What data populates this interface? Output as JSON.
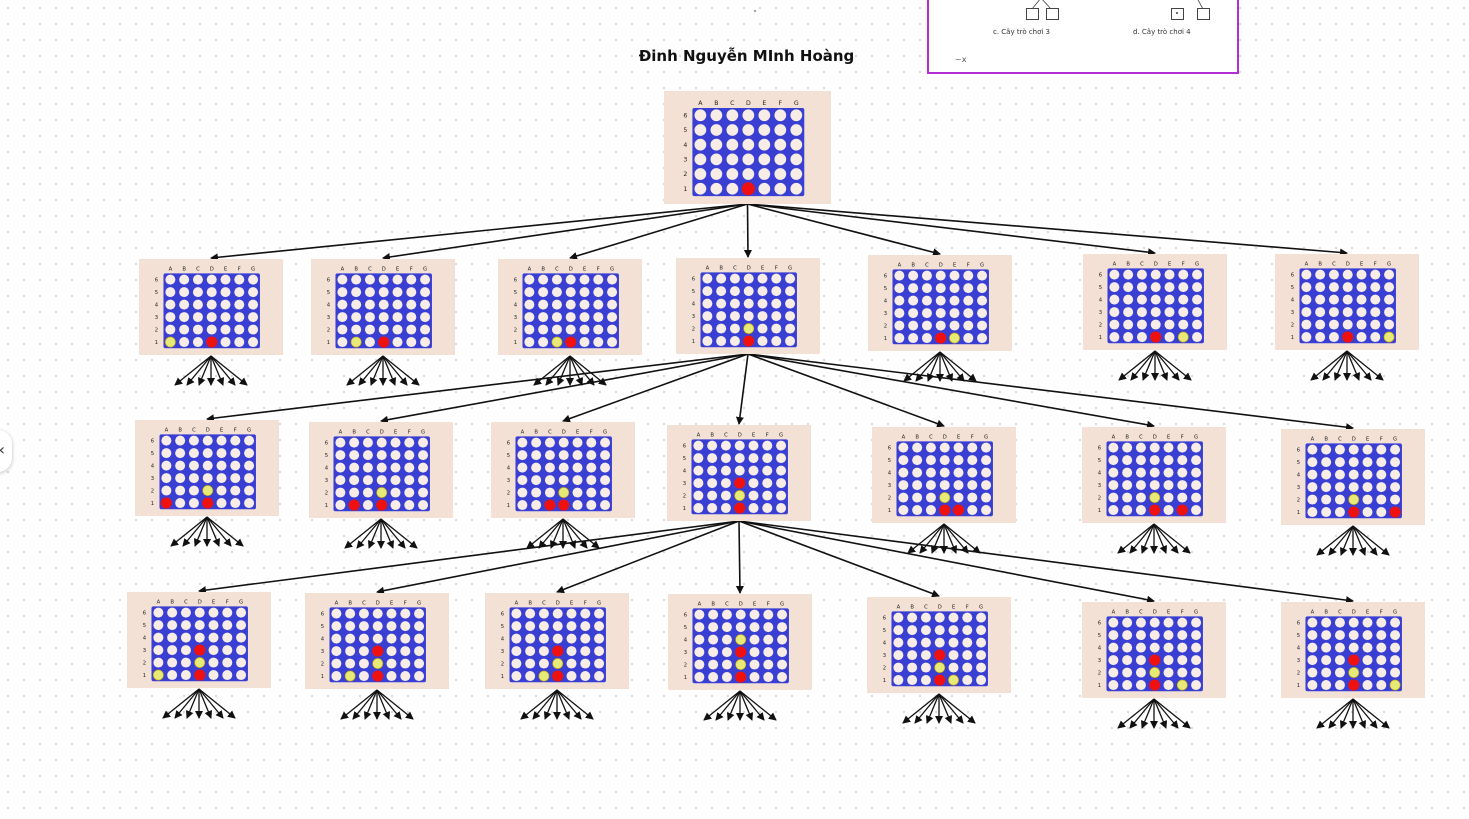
{
  "title": "Đinh Nguyễn MInh Hoàng",
  "reference_panel": {
    "captions": [
      "c. Cây trò chơi 3",
      "d. Cây trò chơi 4"
    ]
  },
  "side_handle_icon": "chevron-left-icon",
  "board_spec": {
    "columns": [
      "A",
      "B",
      "C",
      "D",
      "E",
      "F",
      "G"
    ],
    "rows": [
      "6",
      "5",
      "4",
      "3",
      "2",
      "1"
    ]
  },
  "colors": {
    "board_blue": "#3a3fd3",
    "panel_beige": "#f3e1d6",
    "empty_hole": "#f7ece6",
    "red_piece": "#ef1010",
    "yellow_piece": "#e8ea78",
    "arrow": "#111111"
  },
  "tree": {
    "root": {
      "pieces": [
        [
          "D",
          1,
          "red"
        ]
      ]
    },
    "level1": [
      {
        "pieces": [
          [
            "A",
            1,
            "yellow"
          ],
          [
            "D",
            1,
            "red"
          ]
        ]
      },
      {
        "pieces": [
          [
            "B",
            1,
            "yellow"
          ],
          [
            "D",
            1,
            "red"
          ]
        ]
      },
      {
        "pieces": [
          [
            "C",
            1,
            "yellow"
          ],
          [
            "D",
            1,
            "red"
          ]
        ]
      },
      {
        "pieces": [
          [
            "D",
            1,
            "red"
          ],
          [
            "D",
            2,
            "yellow"
          ]
        ]
      },
      {
        "pieces": [
          [
            "D",
            1,
            "red"
          ],
          [
            "E",
            1,
            "yellow"
          ]
        ]
      },
      {
        "pieces": [
          [
            "D",
            1,
            "red"
          ],
          [
            "F",
            1,
            "yellow"
          ]
        ]
      },
      {
        "pieces": [
          [
            "D",
            1,
            "red"
          ],
          [
            "G",
            1,
            "yellow"
          ]
        ]
      }
    ],
    "level2": [
      {
        "pieces": [
          [
            "A",
            1,
            "red"
          ],
          [
            "D",
            1,
            "red"
          ],
          [
            "D",
            2,
            "yellow"
          ]
        ]
      },
      {
        "pieces": [
          [
            "B",
            1,
            "red"
          ],
          [
            "D",
            1,
            "red"
          ],
          [
            "D",
            2,
            "yellow"
          ]
        ]
      },
      {
        "pieces": [
          [
            "C",
            1,
            "red"
          ],
          [
            "D",
            1,
            "red"
          ],
          [
            "D",
            2,
            "yellow"
          ]
        ]
      },
      {
        "pieces": [
          [
            "D",
            1,
            "red"
          ],
          [
            "D",
            2,
            "yellow"
          ],
          [
            "D",
            3,
            "red"
          ]
        ]
      },
      {
        "pieces": [
          [
            "D",
            1,
            "red"
          ],
          [
            "D",
            2,
            "yellow"
          ],
          [
            "E",
            1,
            "red"
          ]
        ]
      },
      {
        "pieces": [
          [
            "D",
            1,
            "red"
          ],
          [
            "D",
            2,
            "yellow"
          ],
          [
            "F",
            1,
            "red"
          ]
        ]
      },
      {
        "pieces": [
          [
            "D",
            1,
            "red"
          ],
          [
            "D",
            2,
            "yellow"
          ],
          [
            "G",
            1,
            "red"
          ]
        ]
      }
    ],
    "level3": [
      {
        "pieces": [
          [
            "A",
            1,
            "yellow"
          ],
          [
            "D",
            1,
            "red"
          ],
          [
            "D",
            2,
            "yellow"
          ],
          [
            "D",
            3,
            "red"
          ]
        ]
      },
      {
        "pieces": [
          [
            "B",
            1,
            "yellow"
          ],
          [
            "D",
            1,
            "red"
          ],
          [
            "D",
            2,
            "yellow"
          ],
          [
            "D",
            3,
            "red"
          ]
        ]
      },
      {
        "pieces": [
          [
            "C",
            1,
            "yellow"
          ],
          [
            "D",
            1,
            "red"
          ],
          [
            "D",
            2,
            "yellow"
          ],
          [
            "D",
            3,
            "red"
          ]
        ]
      },
      {
        "pieces": [
          [
            "D",
            1,
            "red"
          ],
          [
            "D",
            2,
            "yellow"
          ],
          [
            "D",
            3,
            "red"
          ],
          [
            "D",
            4,
            "yellow"
          ]
        ]
      },
      {
        "pieces": [
          [
            "D",
            1,
            "red"
          ],
          [
            "D",
            2,
            "yellow"
          ],
          [
            "D",
            3,
            "red"
          ],
          [
            "E",
            1,
            "yellow"
          ]
        ]
      },
      {
        "pieces": [
          [
            "D",
            1,
            "red"
          ],
          [
            "D",
            2,
            "yellow"
          ],
          [
            "D",
            3,
            "red"
          ],
          [
            "F",
            1,
            "yellow"
          ]
        ]
      },
      {
        "pieces": [
          [
            "D",
            1,
            "red"
          ],
          [
            "D",
            2,
            "yellow"
          ],
          [
            "D",
            3,
            "red"
          ],
          [
            "G",
            1,
            "yellow"
          ]
        ]
      }
    ]
  }
}
